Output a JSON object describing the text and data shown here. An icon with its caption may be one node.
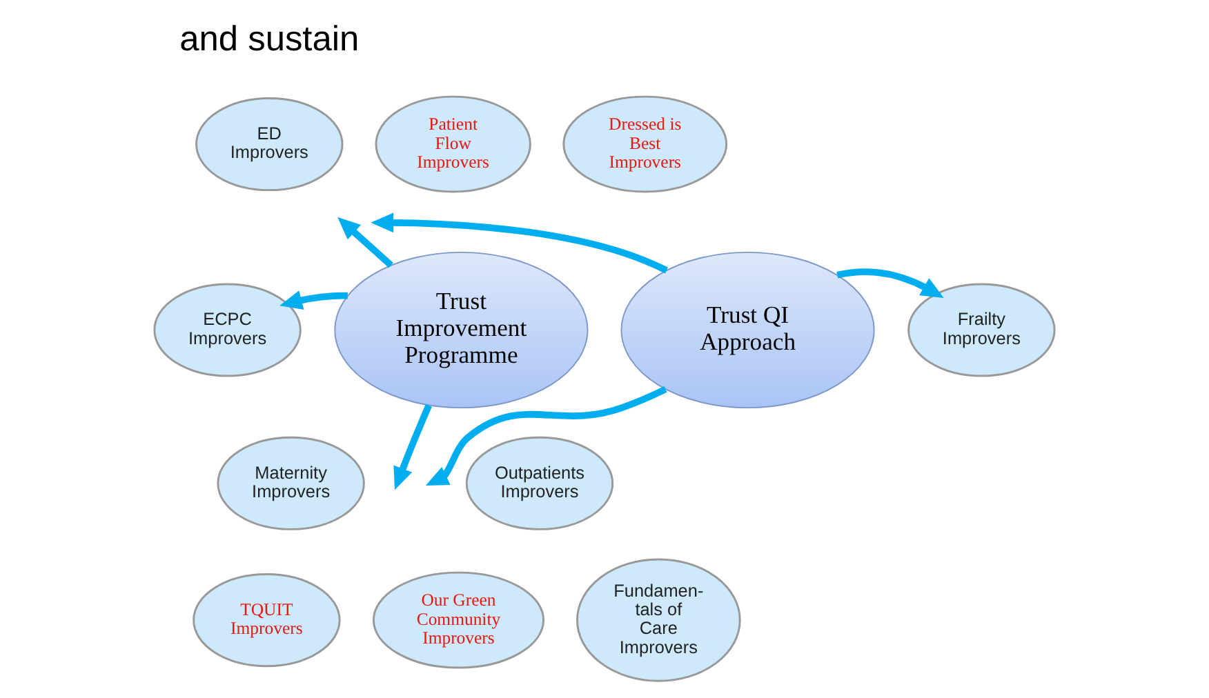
{
  "diagram": {
    "nodes": [
      {
        "text": [
          "Patient Flow Improvers"
        ]
      },
      {
        "text": [
          "Dressed is Best Improvers"
        ]
      },
      {
        "text": [
          "ED Improvers"
        ]
      },
      {
        "text": [
          "Frailty Improvers"
        ]
      },
      {
        "text": [
          "Trust Improvement Programme"
        ]
      },
      {
        "text": [
          "Trust QI Approach"
        ]
      },
      {
        "text": [
          "ECPC Improvers"
        ]
      },
      {
        "text": [
          "Outpatients Improvers"
        ]
      },
      {
        "text": [
          "Maternity Improvers"
        ]
      },
      {
        "text": [
          "Fundamen- tals of Care Improvers"
        ]
      },
      {
        "text": [
          "TQUIT Improvers"
        ]
      },
      {
        "text": [
          "Our Green Community Improvers"
        ]
      }
    ],
    "edges": [
      {
        "from": 4,
        "to": null,
        "arrow": "to"
      },
      {
        "from": 5,
        "to": null,
        "arrow": "to"
      },
      {
        "from": 4,
        "to": 6,
        "arrow": "to"
      },
      {
        "from": 5,
        "to": 3,
        "arrow": "to"
      },
      {
        "from": 4,
        "to": null,
        "arrow": "to"
      },
      {
        "from": 5,
        "to": null,
        "arrow": "to"
      }
    ],
    "labels": [
      "and sustain"
    ]
  }
}
